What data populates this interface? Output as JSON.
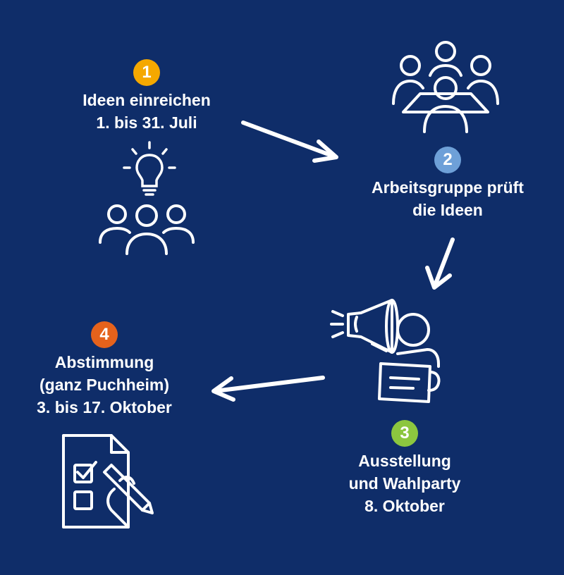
{
  "colors": {
    "background": "#0f2d69",
    "step1": "#f5a800",
    "step2": "#6ea0d8",
    "step3": "#8cc63f",
    "step4": "#e5621c"
  },
  "steps": [
    {
      "number": "1",
      "lines": [
        "Ideen einreichen",
        "1. bis 31. Juli"
      ],
      "icons": [
        "lightbulb-icon",
        "people-group-icon"
      ]
    },
    {
      "number": "2",
      "lines": [
        "Arbeitsgruppe prüft",
        "die Ideen"
      ],
      "icons": [
        "meeting-table-icon"
      ]
    },
    {
      "number": "3",
      "lines": [
        "Ausstellung",
        "und Wahlparty",
        "8. Oktober"
      ],
      "icons": [
        "megaphone-person-icon"
      ]
    },
    {
      "number": "4",
      "lines": [
        "Abstimmung",
        "(ganz Puchheim)",
        "3. bis 17. Oktober"
      ],
      "icons": [
        "ballot-checklist-icon"
      ]
    }
  ]
}
